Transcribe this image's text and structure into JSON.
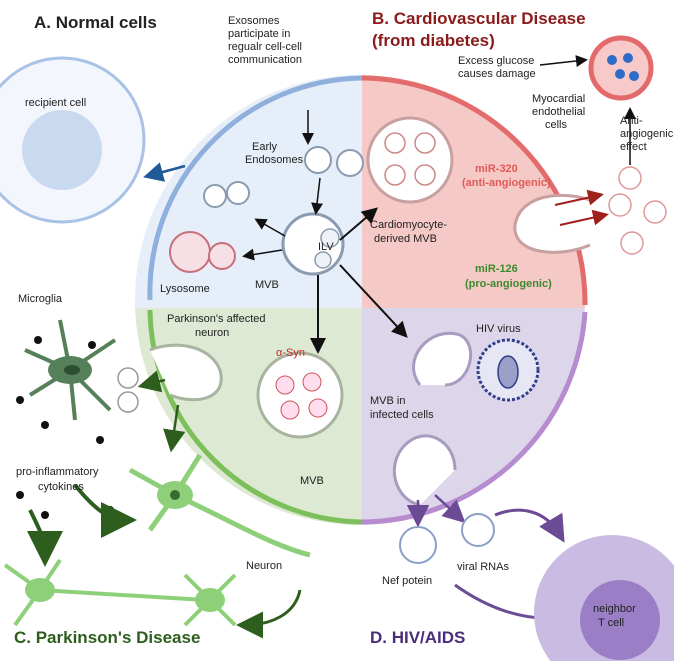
{
  "titles": {
    "a": "A. Normal cells",
    "b_line1": "B. Cardiovascular Disease",
    "b_line2": "(from diabetes)",
    "c": "C. Parkinson's Disease",
    "d": "D. HIV/AIDS"
  },
  "normal": {
    "exosome_line1": "Exosomes",
    "exosome_line2": "participate in",
    "exosome_line3": "regualr cell-cell",
    "exosome_line4": "communication",
    "recipient": "recipient cell",
    "early1": "Early",
    "early2": "Endosomes",
    "lysosome": "Lysosome",
    "mvb": "MVB",
    "ilv": "ILV"
  },
  "cardio": {
    "glucose1": "Excess glucose",
    "glucose2": "causes damage",
    "endo1": "Myocardial",
    "endo2": "endothelial",
    "endo3": "cells",
    "anti1": "Anti-",
    "anti2": "angiogenic",
    "anti3": "effect",
    "mir320_1": "miR-320",
    "mir320_2": "(anti-angiogenic)",
    "cardio1": "Cardiomyocyte-",
    "cardio2": "derived MVB",
    "mir126_1": "miR-126",
    "mir126_2": "(pro-angiogenic)"
  },
  "parkinson": {
    "microglia": "Microglia",
    "affected1": "Parkinson's affected",
    "affected2": "neuron",
    "asyn": "α-Syn",
    "mvb": "MVB",
    "proinf1": "pro-inflammatory",
    "proinf2": "cytokines",
    "neuron": "Neuron"
  },
  "hiv": {
    "virus": "HIV virus",
    "mvb1": "MVB in",
    "mvb2": "infected cells",
    "nef": "Nef potein",
    "rna": "viral RNAs",
    "tcell1": "neighbor",
    "tcell2": "T cell"
  },
  "colors": {
    "blue_quad": "#e6eef9",
    "red_quad": "#f5c9c6",
    "green_quad": "#dde9d2",
    "purple_quad": "#ddd6ea",
    "dark_red": "#8b1a1a",
    "mir320": "#e05a5a",
    "mir126": "#3d8a2e",
    "green_arrow": "#2e5e1e",
    "purple_arrow": "#6b4a96"
  }
}
